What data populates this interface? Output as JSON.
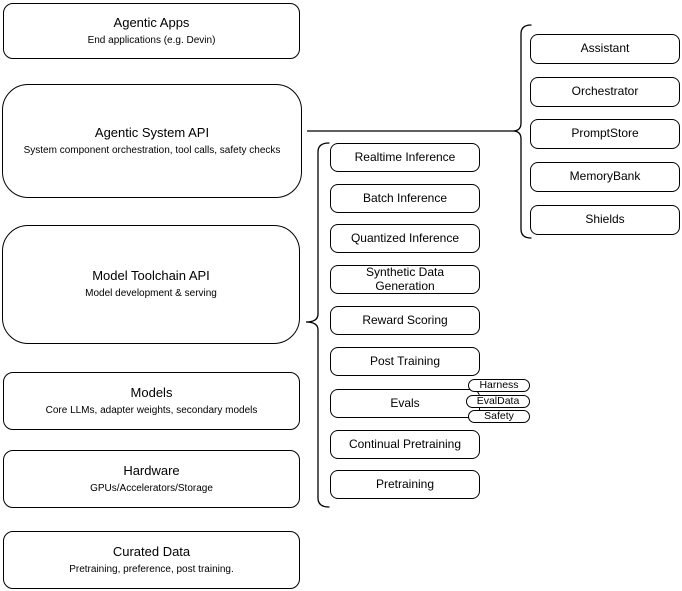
{
  "diagram_title": "Agentic AI stack diagram",
  "colors": {
    "stroke": "#000000",
    "canvas_background": "#ffffff",
    "node_fill": "#ffffff",
    "text": "#000000"
  },
  "layers": [
    {
      "title": "Agentic Apps",
      "subtitle": "End applications (e.g. Devin)"
    },
    {
      "title": "Agentic System API",
      "subtitle": "System component orchestration, tool calls, safety checks"
    },
    {
      "title": "Model Toolchain API",
      "subtitle": "Model development & serving"
    },
    {
      "title": "Models",
      "subtitle": "Core LLMs, adapter weights, secondary models"
    },
    {
      "title": "Hardware",
      "subtitle": "GPUs/Accelerators/Storage"
    },
    {
      "title": "Curated Data",
      "subtitle": "Pretraining, preference, post training."
    }
  ],
  "toolchain_capabilities": [
    "Realtime Inference",
    "Batch Inference",
    "Quantized Inference",
    "Synthetic Data Generation",
    "Reward Scoring",
    "Post Training",
    "Evals",
    "Continual Pretraining",
    "Pretraining"
  ],
  "evals_tags": [
    "Harness",
    "EvalData",
    "Safety"
  ],
  "system_components": [
    "Assistant",
    "Orchestrator",
    "PromptStore",
    "MemoryBank",
    "Shields"
  ]
}
